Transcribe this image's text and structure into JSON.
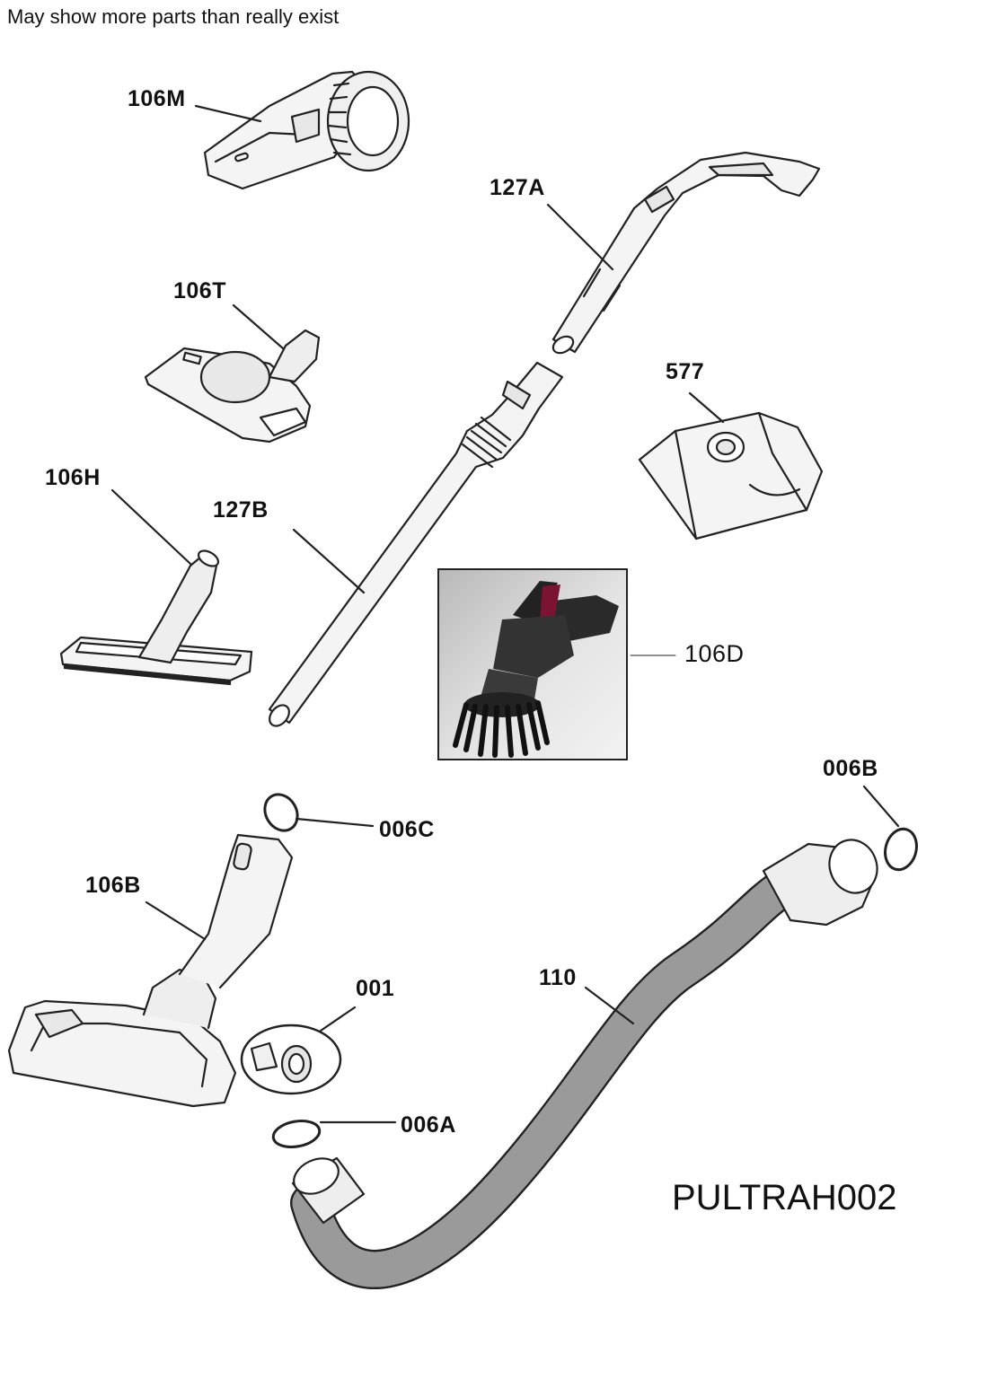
{
  "note": "May show more parts than really exist",
  "parts": {
    "p106M": "106M",
    "p127A": "127A",
    "p106T": "106T",
    "p577": "577",
    "p106H": "106H",
    "p127B": "127B",
    "p106D": "106D",
    "p006B": "006B",
    "p006C": "006C",
    "p106B": "106B",
    "p001": "001",
    "p110": "110",
    "p006A": "006A"
  },
  "diagram_code": "PULTRAH002",
  "colors": {
    "line": "#222222",
    "part_fill": "#f4f4f4",
    "shade": "#d6d6d6"
  }
}
